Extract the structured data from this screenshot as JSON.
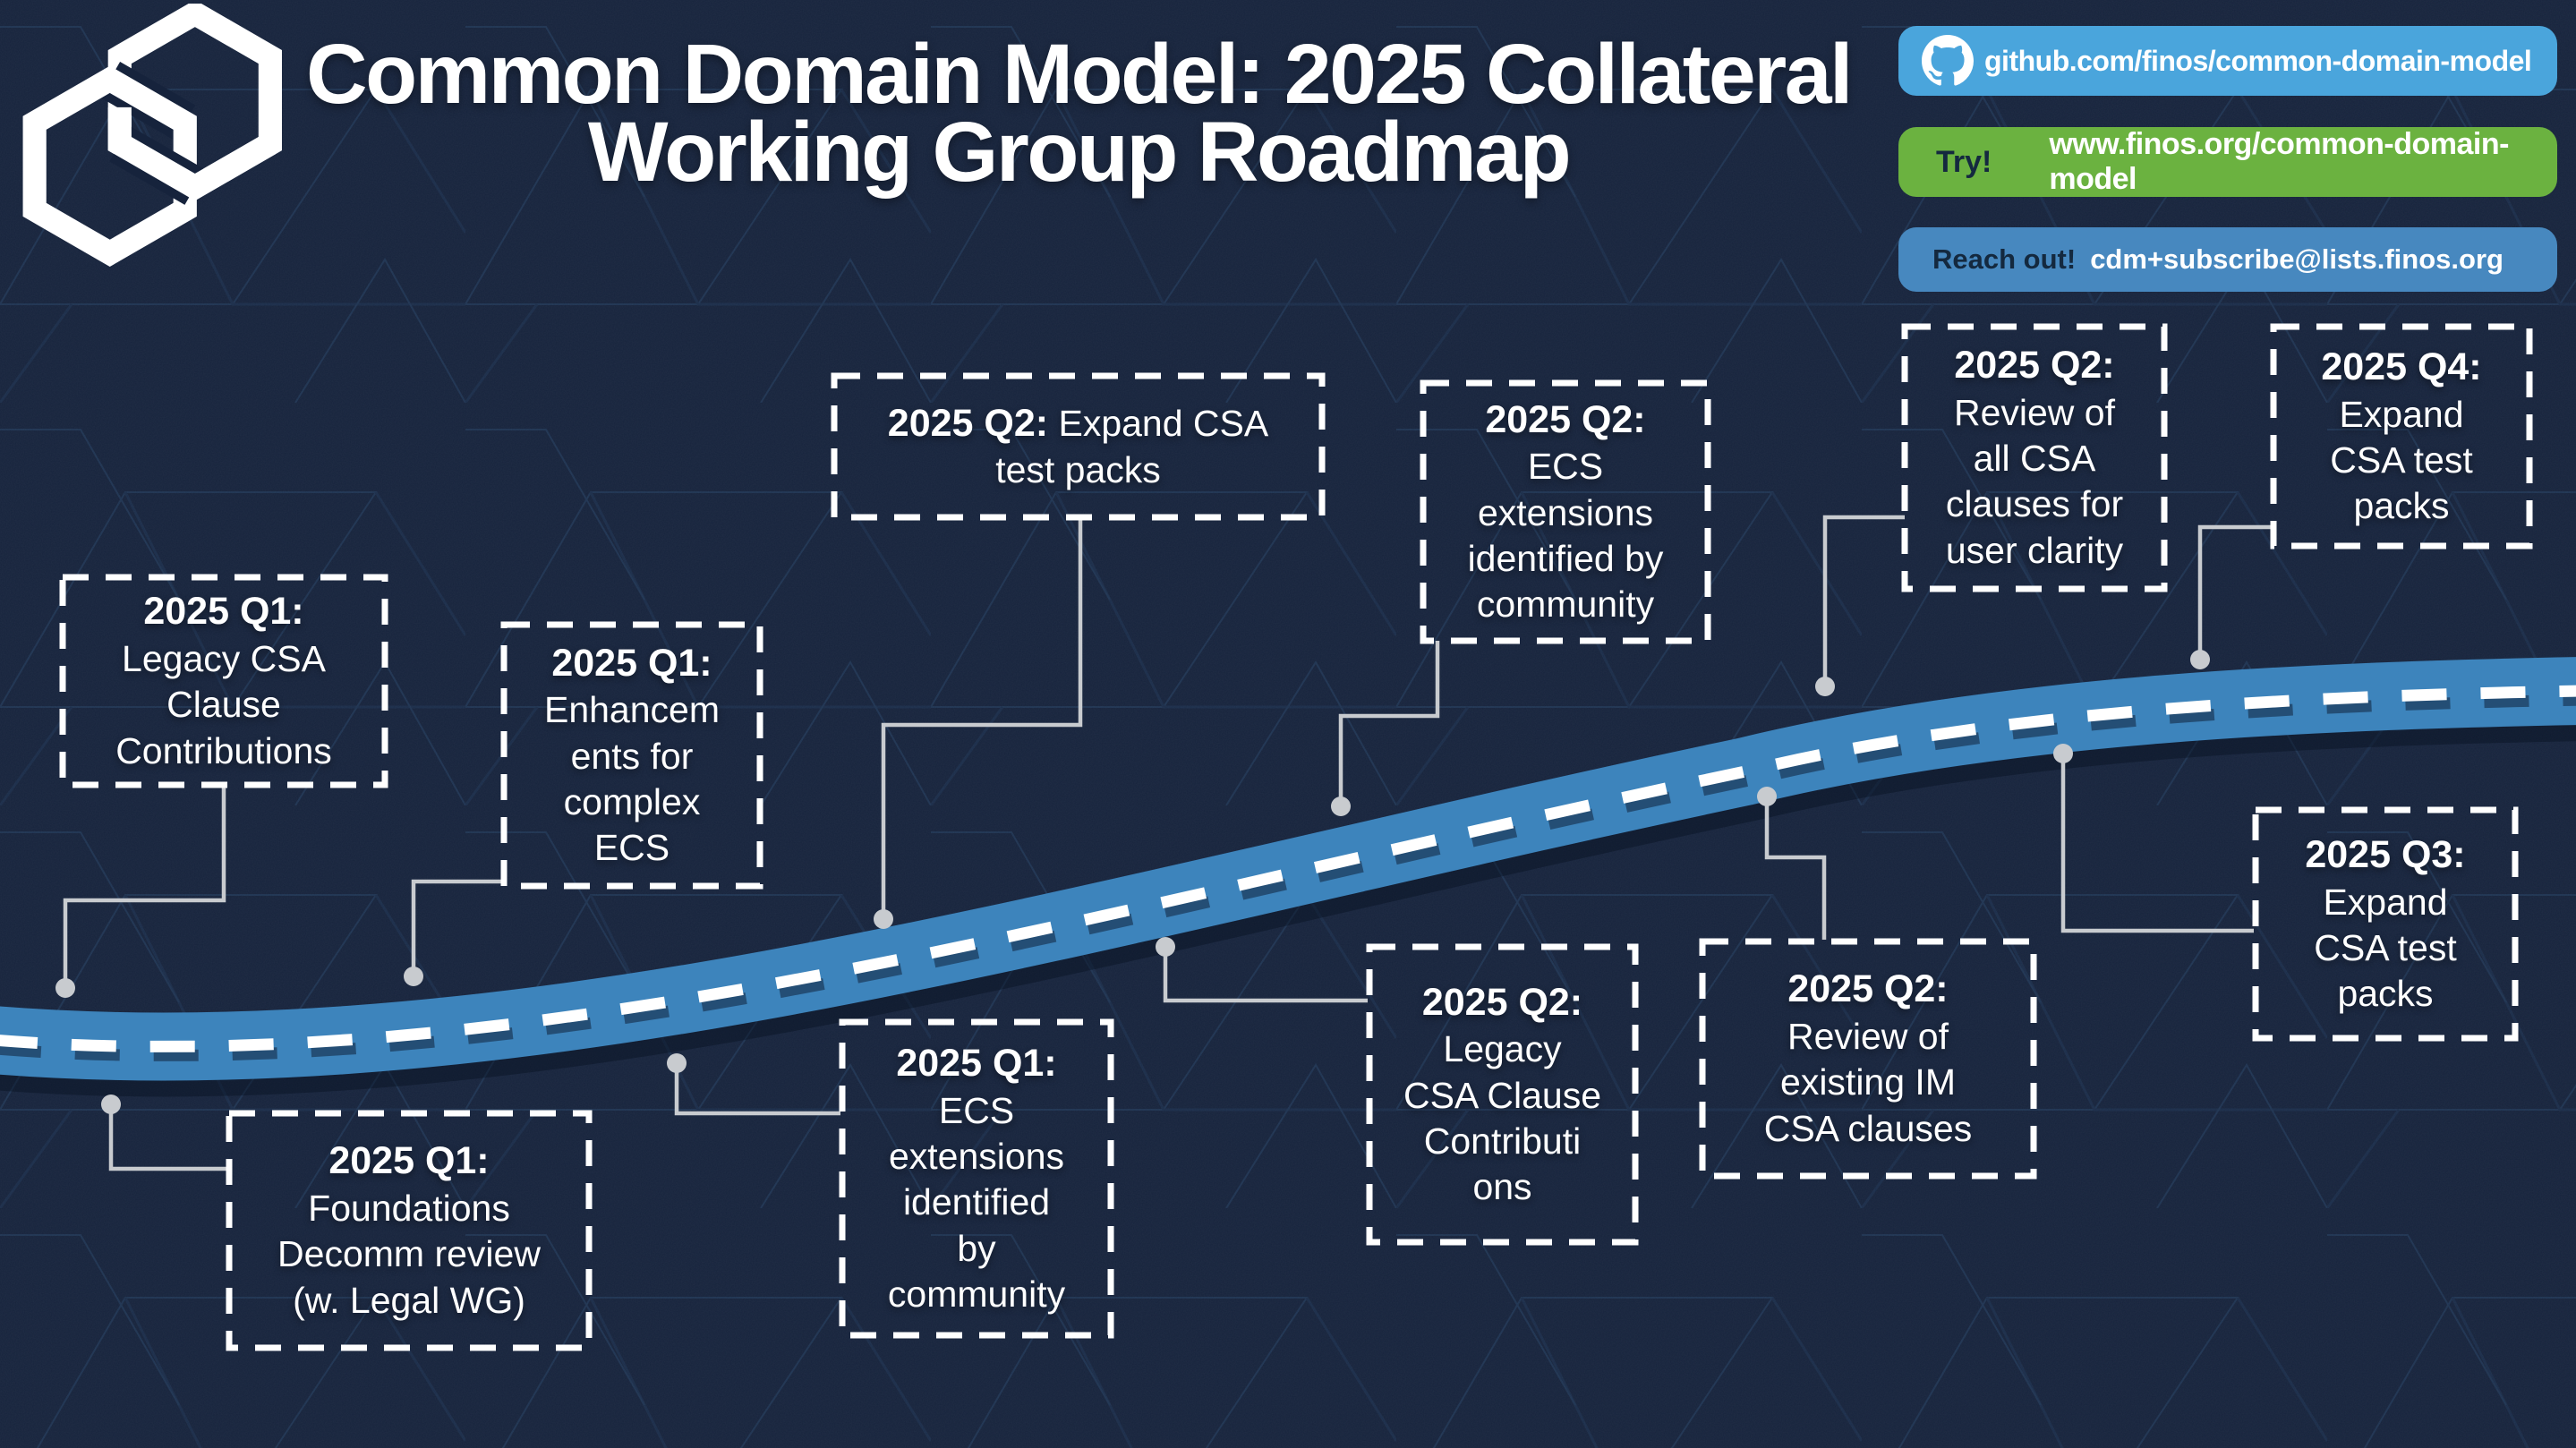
{
  "header": {
    "title_line1": "Common Domain Model: 2025 Collateral",
    "title_line2": "Working Group Roadmap",
    "logo": "cdm-interlocked-hexagons-logo"
  },
  "links": {
    "github": {
      "icon": "github-octocat-icon",
      "label": "github.com/finos/common-domain-model"
    },
    "try": {
      "prefix": "Try!",
      "label": "www.finos.org/common-domain-model"
    },
    "reach": {
      "prefix": "Reach out!",
      "label": "cdm+subscribe@lists.finos.org"
    }
  },
  "milestones": [
    {
      "id": "q1-legacy-csa",
      "quarter": "2025 Q1:",
      "text": "Legacy CSA\nClause\nContributions",
      "style": "stacked"
    },
    {
      "id": "q1-enhancements",
      "quarter": "2025 Q1:",
      "text": "Enhancem\nents for\ncomplex\nECS",
      "style": "stacked"
    },
    {
      "id": "q2-expand-test-packs",
      "quarter": "2025 Q2:",
      "text": "Expand CSA\ntest packs",
      "style": "inline"
    },
    {
      "id": "q2-ecs-extensions",
      "quarter": "2025 Q2:",
      "text": "ECS\nextensions\nidentified by\ncommunity",
      "style": "stacked"
    },
    {
      "id": "q2-review-all-csa",
      "quarter": "2025 Q2:",
      "text": "Review of\nall CSA\nclauses for\nuser clarity",
      "style": "stacked"
    },
    {
      "id": "q4-expand-test-packs",
      "quarter": "2025 Q4:",
      "text": "Expand\nCSA test\npacks",
      "style": "stacked"
    },
    {
      "id": "q1-foundations",
      "quarter": "2025 Q1:",
      "text": "Foundations\nDecomm review\n(w. Legal WG)",
      "style": "stacked"
    },
    {
      "id": "q1-ecs-extensions",
      "quarter": "2025 Q1:",
      "text": "ECS\nextensions\nidentified\nby\ncommunity",
      "style": "stacked"
    },
    {
      "id": "q2-legacy-csa",
      "quarter": "2025 Q2:",
      "text": "Legacy\nCSA Clause\nContributi\nons",
      "style": "stacked"
    },
    {
      "id": "q2-review-im",
      "quarter": "2025 Q2:",
      "text": "Review of\nexisting IM\nCSA clauses",
      "style": "stacked"
    },
    {
      "id": "q3-expand-test-packs",
      "quarter": "2025 Q3:",
      "text": "Expand\nCSA test\npacks",
      "style": "stacked"
    }
  ],
  "colors": {
    "background": "#16233C",
    "road": "#3D84BC",
    "road_dash": "#FFFFFF",
    "connector": "#C8CBCF",
    "box_border": "#FFFFFF",
    "pill_github_bg": "#4AA5DC",
    "pill_try_bg": "#6BB240",
    "pill_reach_bg": "#4788BF",
    "pill_prefix_text": "#14293F",
    "title_text": "#FFFFFF"
  }
}
